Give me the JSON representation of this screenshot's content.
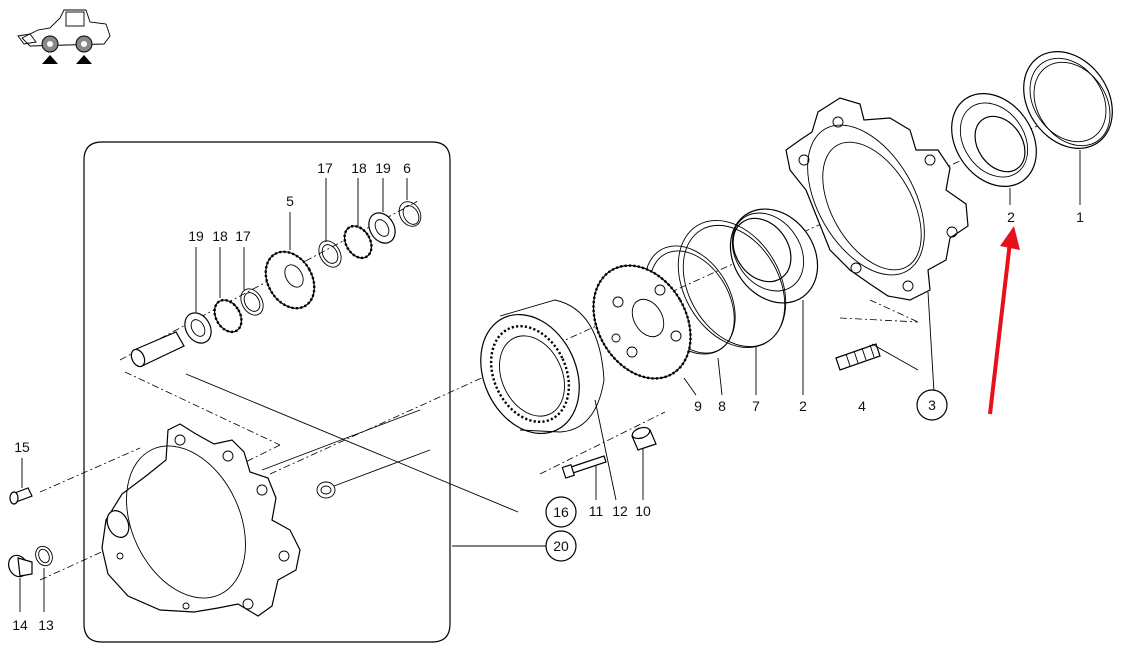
{
  "callouts": {
    "c1": "1",
    "c2a": "2",
    "c2b": "2",
    "c3": "3",
    "c4": "4",
    "c5": "5",
    "c6": "6",
    "c7": "7",
    "c8": "8",
    "c9": "9",
    "c10": "10",
    "c11": "11",
    "c12": "12",
    "c13": "13",
    "c14": "14",
    "c15": "15",
    "c16": "16",
    "c17a": "17",
    "c17b": "17",
    "c18a": "18",
    "c18b": "18",
    "c19a": "19",
    "c19b": "19",
    "c20": "20"
  },
  "colors": {
    "highlight_arrow": "#e8101a",
    "line": "#000000",
    "background": "#ffffff"
  },
  "icons": {
    "vehicle_thumbnail": "wheel-loader-icon",
    "position_markers": "triangle-up-icon"
  }
}
